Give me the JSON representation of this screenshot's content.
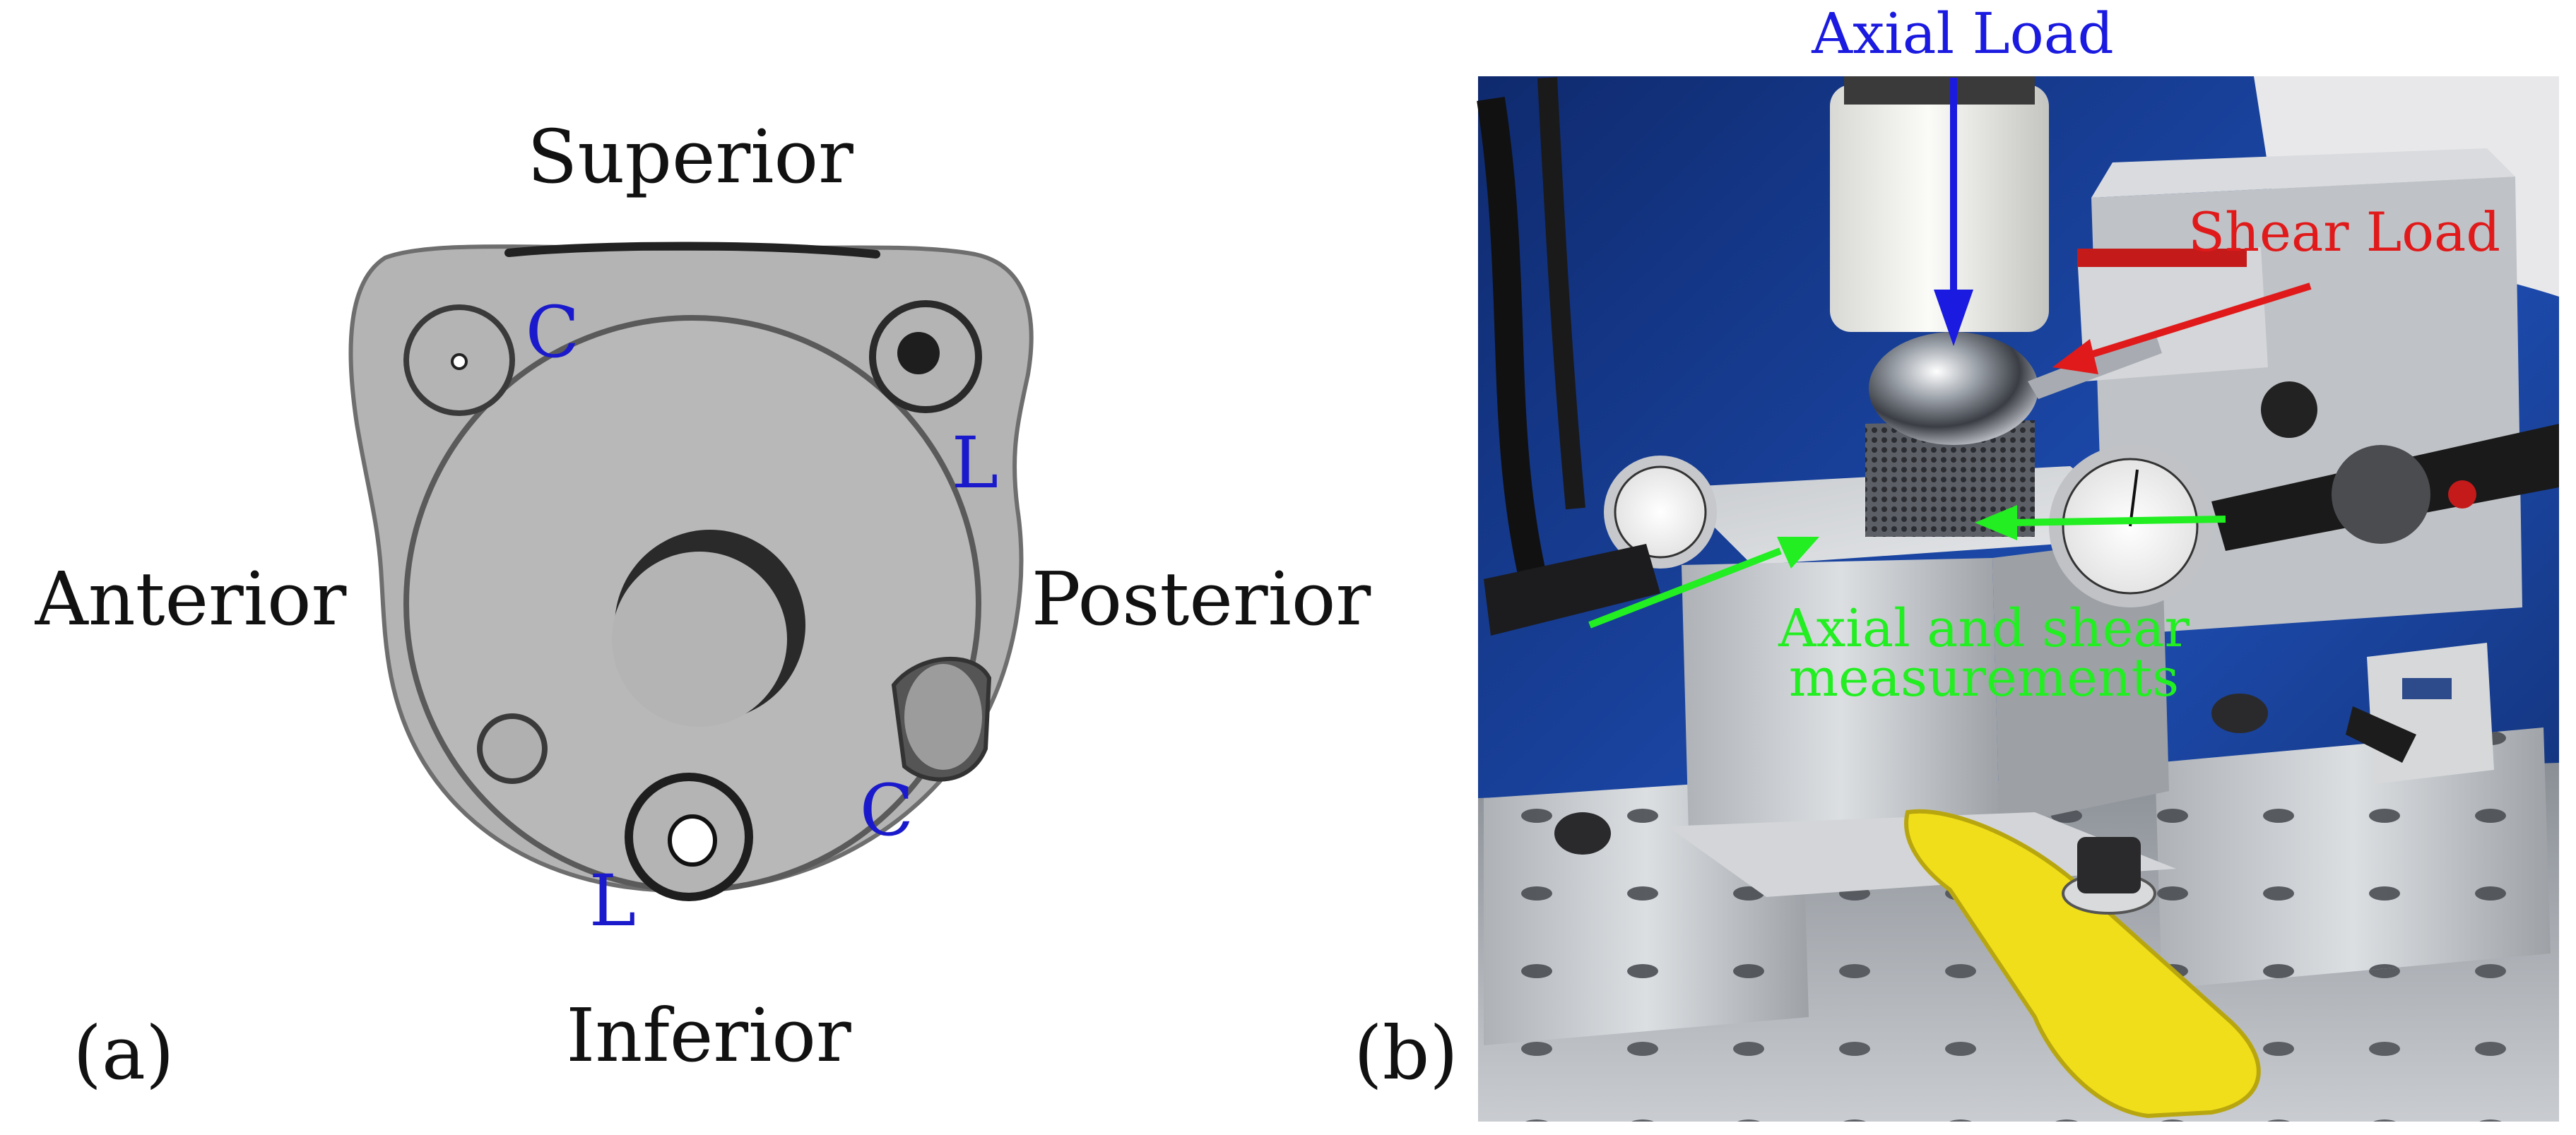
{
  "panel_a": {
    "panel_label": "(a)",
    "orientation": {
      "superior": "Superior",
      "inferior": "Inferior",
      "anterior": "Anterior",
      "posterior": "Posterior"
    },
    "hole_labels": {
      "c_top_left": "C",
      "l_top_right": "L",
      "c_bottom_right": "C",
      "l_bottom": "L"
    }
  },
  "panel_b": {
    "panel_label": "(b)",
    "axial_load": "Axial Load",
    "shear_load": "Shear Load",
    "measurements_line1": "Axial and shear",
    "measurements_line2": "measurements"
  },
  "colors": {
    "text": "#111111",
    "hole_label": "#1a1acc",
    "axial_arrow": "#1a1ae0",
    "shear_arrow": "#e01a1a",
    "measurement_arrow": "#22ee22",
    "part_gray": "#b4b4b4"
  }
}
